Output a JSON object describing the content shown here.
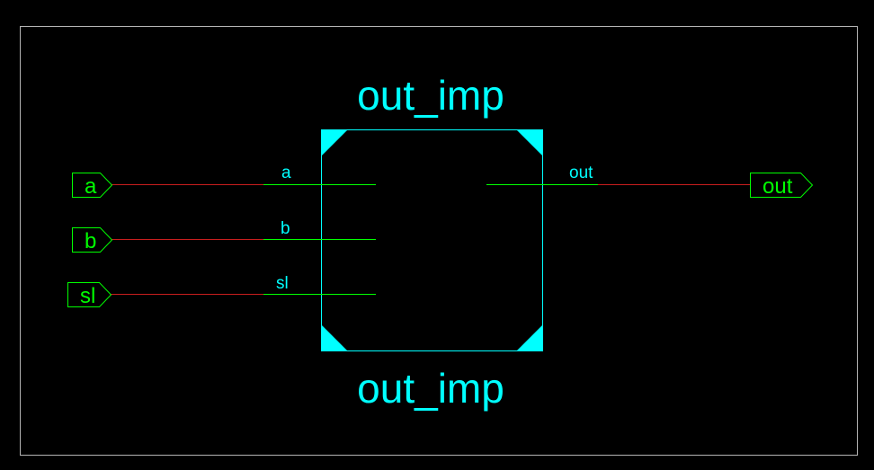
{
  "block": {
    "name_top": "out_imp",
    "name_bottom": "out_imp",
    "pins": {
      "a": "a",
      "b": "b",
      "sl": "sl",
      "out": "out"
    }
  },
  "ports": {
    "a": "a",
    "b": "b",
    "sl": "sl",
    "out": "out"
  },
  "colors": {
    "background": "#000000",
    "border": "#b4b4b4",
    "block": "#00ffff",
    "pin_line": "#00ff00",
    "net_wire": "#c81e1e",
    "port": "#00ff00"
  }
}
